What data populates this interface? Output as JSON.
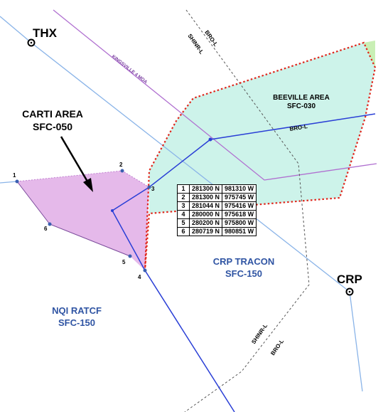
{
  "airports": [
    {
      "id": "thx",
      "name": "THX"
    },
    {
      "id": "crp",
      "name": "CRP"
    }
  ],
  "areas": {
    "carti": {
      "name": "CARTI AREA",
      "altitude": "SFC-050",
      "fill": "#e5b9ea"
    },
    "beeville": {
      "name": "BEEVILLE AREA",
      "altitude": "SFC-030",
      "fill": "#cdf3ea"
    },
    "crp_tracon": {
      "name": "CRP TRACON",
      "altitude": "SFC-150"
    },
    "nqi_ratcf": {
      "name": "NQI RATCF",
      "altitude": "SFC-150"
    }
  },
  "routes": {
    "bro_l": "BRO-L",
    "shinr_l": "SHINR-L",
    "kingsville_moa": "KINGSVILLE 4 MOA"
  },
  "points": [
    "1",
    "2",
    "3",
    "4",
    "5",
    "6"
  ],
  "coordinates": [
    {
      "num": "1",
      "lat": "281300 N",
      "lon": "981310 W"
    },
    {
      "num": "2",
      "lat": "281300 N",
      "lon": "975745 W"
    },
    {
      "num": "3",
      "lat": "281044 N",
      "lon": "975416 W"
    },
    {
      "num": "4",
      "lat": "280000 N",
      "lon": "975618 W"
    },
    {
      "num": "5",
      "lat": "280200 N",
      "lon": "975800 W"
    },
    {
      "num": "6",
      "lat": "280719 N",
      "lon": "980851 W"
    }
  ],
  "colors": {
    "tracon_blue": "#2f54a3",
    "route_blue": "#2a3fd6",
    "light_blue_line": "#8ab4e8",
    "moa_purple": "#b070d0",
    "boundary_red": "#e0261c"
  }
}
